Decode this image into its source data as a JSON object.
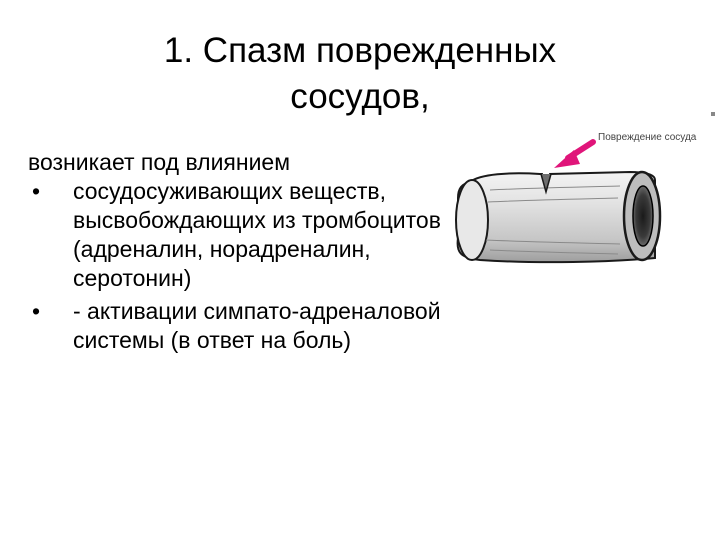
{
  "slide": {
    "title_lines": [
      "1. Спазм поврежденных",
      "сосудов,"
    ],
    "intro": "возникает под влиянием",
    "bullets": [
      {
        "symbol": "•",
        "text": "сосудосуживающих веществ, высвобождающих из тромбоцитов (адреналин, норадреналин, серотонин)"
      },
      {
        "symbol": "•",
        "text": "- активации симпато-адреналовой системы (в ответ на боль)"
      }
    ]
  },
  "figure": {
    "label": "Повреждение сосуда",
    "arrow_color": "#e0157a",
    "vessel_color": "#d8d8d8",
    "outline_color": "#1a1a1a"
  }
}
